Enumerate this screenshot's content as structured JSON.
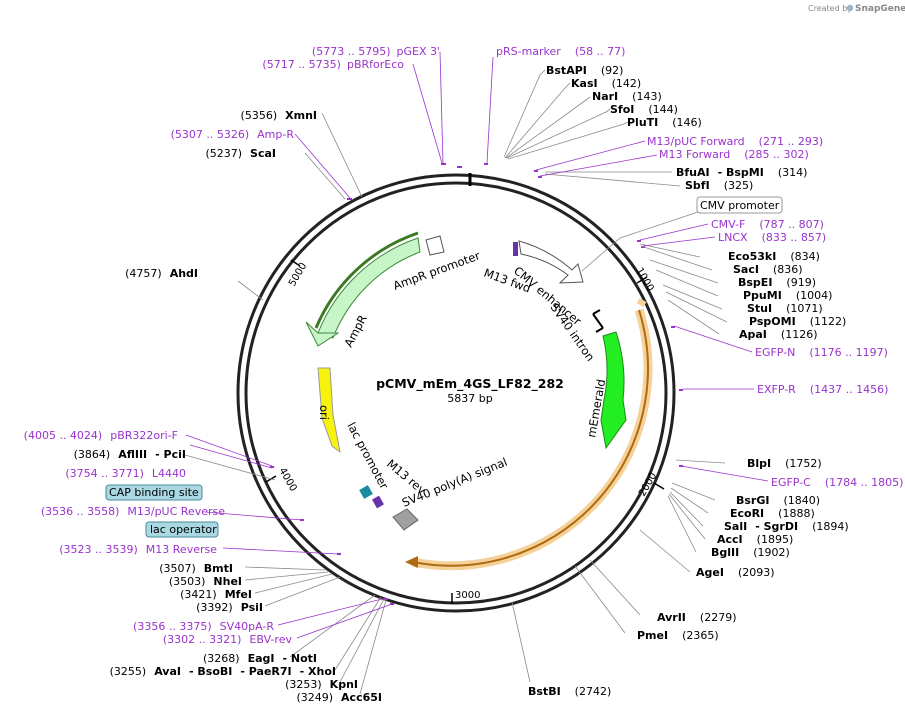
{
  "credit": {
    "prefix": "Created by",
    "brand": "SnapGene"
  },
  "plasmid": {
    "name": "pCMV_mEm_4GS_LF82_282",
    "size": "5837 bp"
  },
  "ticks": [
    "1000",
    "2000",
    "3000",
    "4000",
    "5000"
  ],
  "features": {
    "ampr": "AmpR",
    "ampr_promoter": "AmpR promoter",
    "ori": "ori",
    "lac_promoter": "lac promoter",
    "m13_rev": "M13 rev",
    "sv40_polya": "SV40 poly(A) signal",
    "m13_fwd": "M13 fwd",
    "cmv_enhancer": "CMV enhancer",
    "sv40_intron": "SV40 intron",
    "memerald": "mEmerald"
  },
  "boxed_labels": {
    "cmv_promoter": "CMV promoter",
    "cap_binding": "CAP binding site",
    "lac_operator": "lac operator"
  },
  "labels": {
    "pgex": {
      "pos": "(5773 .. 5795)",
      "name": "pGEX 3'"
    },
    "pbrfor": {
      "pos": "(5717 .. 5735)",
      "name": "pBRforEco"
    },
    "prs": {
      "name": "pRS-marker",
      "pos": "(58 .. 77)"
    },
    "bstapi": {
      "name": "BstAPI",
      "pos": "(92)"
    },
    "kasi": {
      "name": "KasI",
      "pos": "(142)"
    },
    "nari": {
      "name": "NarI",
      "pos": "(143)"
    },
    "sfoi": {
      "name": "SfoI",
      "pos": "(144)"
    },
    "pluti": {
      "name": "PluTI",
      "pos": "(146)"
    },
    "m13puc_fwd": {
      "name": "M13/pUC Forward",
      "pos": "(271 .. 293)"
    },
    "m13_fwd": {
      "name": "M13 Forward",
      "pos": "(285 .. 302)"
    },
    "bfuai": {
      "name": "BfuAI",
      "sep": "- BspMI",
      "pos": "(314)"
    },
    "sbfi": {
      "name": "SbfI",
      "pos": "(325)"
    },
    "cmvf": {
      "name": "CMV-F",
      "pos": "(787 .. 807)"
    },
    "lncx": {
      "name": "LNCX",
      "pos": "(833 .. 857)"
    },
    "eco53ki": {
      "name": "Eco53kI",
      "pos": "(834)"
    },
    "saci": {
      "name": "SacI",
      "pos": "(836)"
    },
    "bspei": {
      "name": "BspEI",
      "pos": "(919)"
    },
    "ppumi": {
      "name": "PpuMI",
      "pos": "(1004)"
    },
    "stui": {
      "name": "StuI",
      "pos": "(1071)"
    },
    "pspomi": {
      "name": "PspOMI",
      "pos": "(1122)"
    },
    "apai": {
      "name": "ApaI",
      "pos": "(1126)"
    },
    "egfpn": {
      "name": "EGFP-N",
      "pos": "(1176 .. 1197)"
    },
    "exfpr": {
      "name": "EXFP-R",
      "pos": "(1437 .. 1456)"
    },
    "blpi": {
      "name": "BlpI",
      "pos": "(1752)"
    },
    "egfpc": {
      "name": "EGFP-C",
      "pos": "(1784 .. 1805)"
    },
    "bsrgi": {
      "name": "BsrGI",
      "pos": "(1840)"
    },
    "ecori": {
      "name": "EcoRI",
      "pos": "(1888)"
    },
    "sali": {
      "name": "SalI",
      "sep": "- SgrDI",
      "pos": "(1894)"
    },
    "acci": {
      "name": "AccI",
      "pos": "(1895)"
    },
    "bglii": {
      "name": "BglII",
      "pos": "(1902)"
    },
    "agei": {
      "name": "AgeI",
      "pos": "(2093)"
    },
    "avrii": {
      "name": "AvrII",
      "pos": "(2279)"
    },
    "pmei": {
      "name": "PmeI",
      "pos": "(2365)"
    },
    "bstbi": {
      "name": "BstBI",
      "pos": "(2742)"
    },
    "xmni": {
      "pos": "(5356)",
      "name": "XmnI"
    },
    "ampr_primer": {
      "pos": "(5307 .. 5326)",
      "name": "Amp-R"
    },
    "scai": {
      "pos": "(5237)",
      "name": "ScaI"
    },
    "ahdi": {
      "pos": "(4757)",
      "name": "AhdI"
    },
    "pbr322": {
      "pos": "(4005 .. 4024)",
      "name": "pBR322ori-F"
    },
    "afliii": {
      "pos": "(3864)",
      "name": "AflIII",
      "sep": "- PciI"
    },
    "l4440": {
      "pos": "(3754 .. 3771)",
      "name": "L4440"
    },
    "m13puc_rev": {
      "pos": "(3536 .. 3558)",
      "name": "M13/pUC Reverse"
    },
    "m13_rev": {
      "pos": "(3523 .. 3539)",
      "name": "M13 Reverse"
    },
    "bmti": {
      "pos": "(3507)",
      "name": "BmtI"
    },
    "nhei": {
      "pos": "(3503)",
      "name": "NheI"
    },
    "mfei": {
      "pos": "(3421)",
      "name": "MfeI"
    },
    "psii": {
      "pos": "(3392)",
      "name": "PsiI"
    },
    "sv40pa": {
      "pos": "(3356 .. 3375)",
      "name": "SV40pA-R"
    },
    "ebv": {
      "pos": "(3302 .. 3321)",
      "name": "EBV-rev"
    },
    "eagi": {
      "pos": "(3268)",
      "name": "EagI",
      "sep": "- NotI"
    },
    "avai": {
      "pos": "(3255)",
      "name": "AvaI",
      "sep": "- BsoBI",
      "sep2": "- PaeR7I",
      "sep3": "- XhoI"
    },
    "kpni": {
      "pos": "(3253)",
      "name": "KpnI"
    },
    "acc65i": {
      "pos": "(3249)",
      "name": "Acc65I"
    }
  },
  "colors": {
    "ampr": "#c8f5c8",
    "ori": "#f7f30f",
    "memerald": "#22ee22",
    "sv40_polya": "#a0a0a0",
    "primer": "#9933cc",
    "highlight": "#f5d29a",
    "box_fill": "#a9d8e3"
  }
}
